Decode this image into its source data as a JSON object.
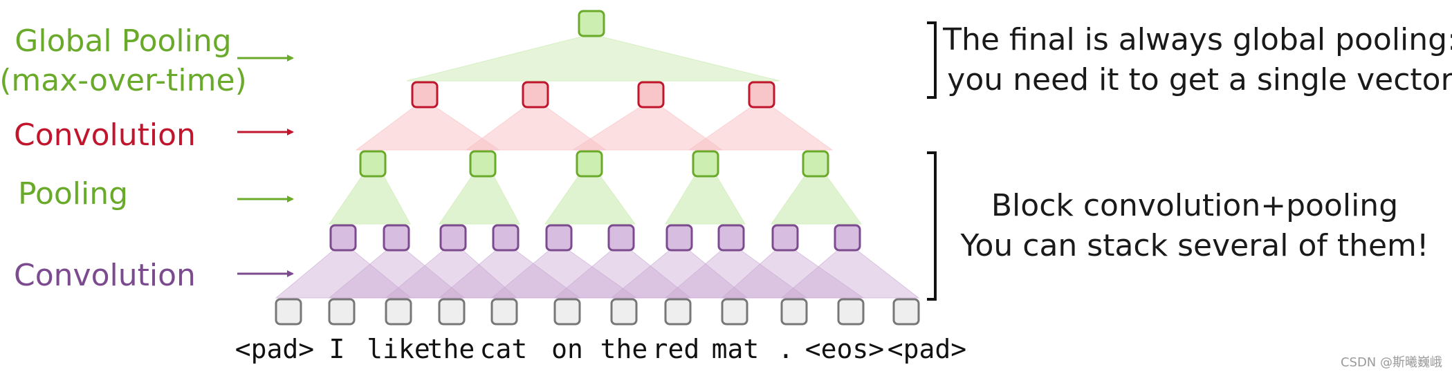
{
  "colors": {
    "green_stroke": "#6aaa2a",
    "green_fill": "#cdeeb1",
    "green_tri": "#d6efc2",
    "red_stroke": "#c0152c",
    "red_fill": "#f8c6c9",
    "red_tri": "#f8c0c4",
    "purple_stroke": "#7c4a8e",
    "purple_fill": "#d7bde0",
    "purple_tri": "#c8a6d2",
    "gray_stroke": "#777777",
    "gray_fill": "#eeeeee",
    "label_green": "#6aaa2a",
    "label_red": "#c0152c",
    "label_purple": "#7c4a8e",
    "text_dark": "#1a1a1a"
  },
  "labels": {
    "global_pooling_line1": "Global Pooling",
    "global_pooling_line2": "(max-over-time)",
    "convolution_top": "Convolution",
    "pooling": "Pooling",
    "convolution_bottom": "Convolution"
  },
  "notes": {
    "global_line1": "The final is always global pooling:",
    "global_line2": "you need it to get a single vector",
    "block_line1": "Block convolution+pooling",
    "block_line2": "You can stack several of them!"
  },
  "tokens": [
    "<pad>",
    "I",
    "like",
    "the",
    "cat",
    "on",
    "the",
    "red",
    "mat",
    ".",
    "<eos>",
    "<pad>"
  ],
  "watermark": "CSDN @斯曦巍峨"
}
